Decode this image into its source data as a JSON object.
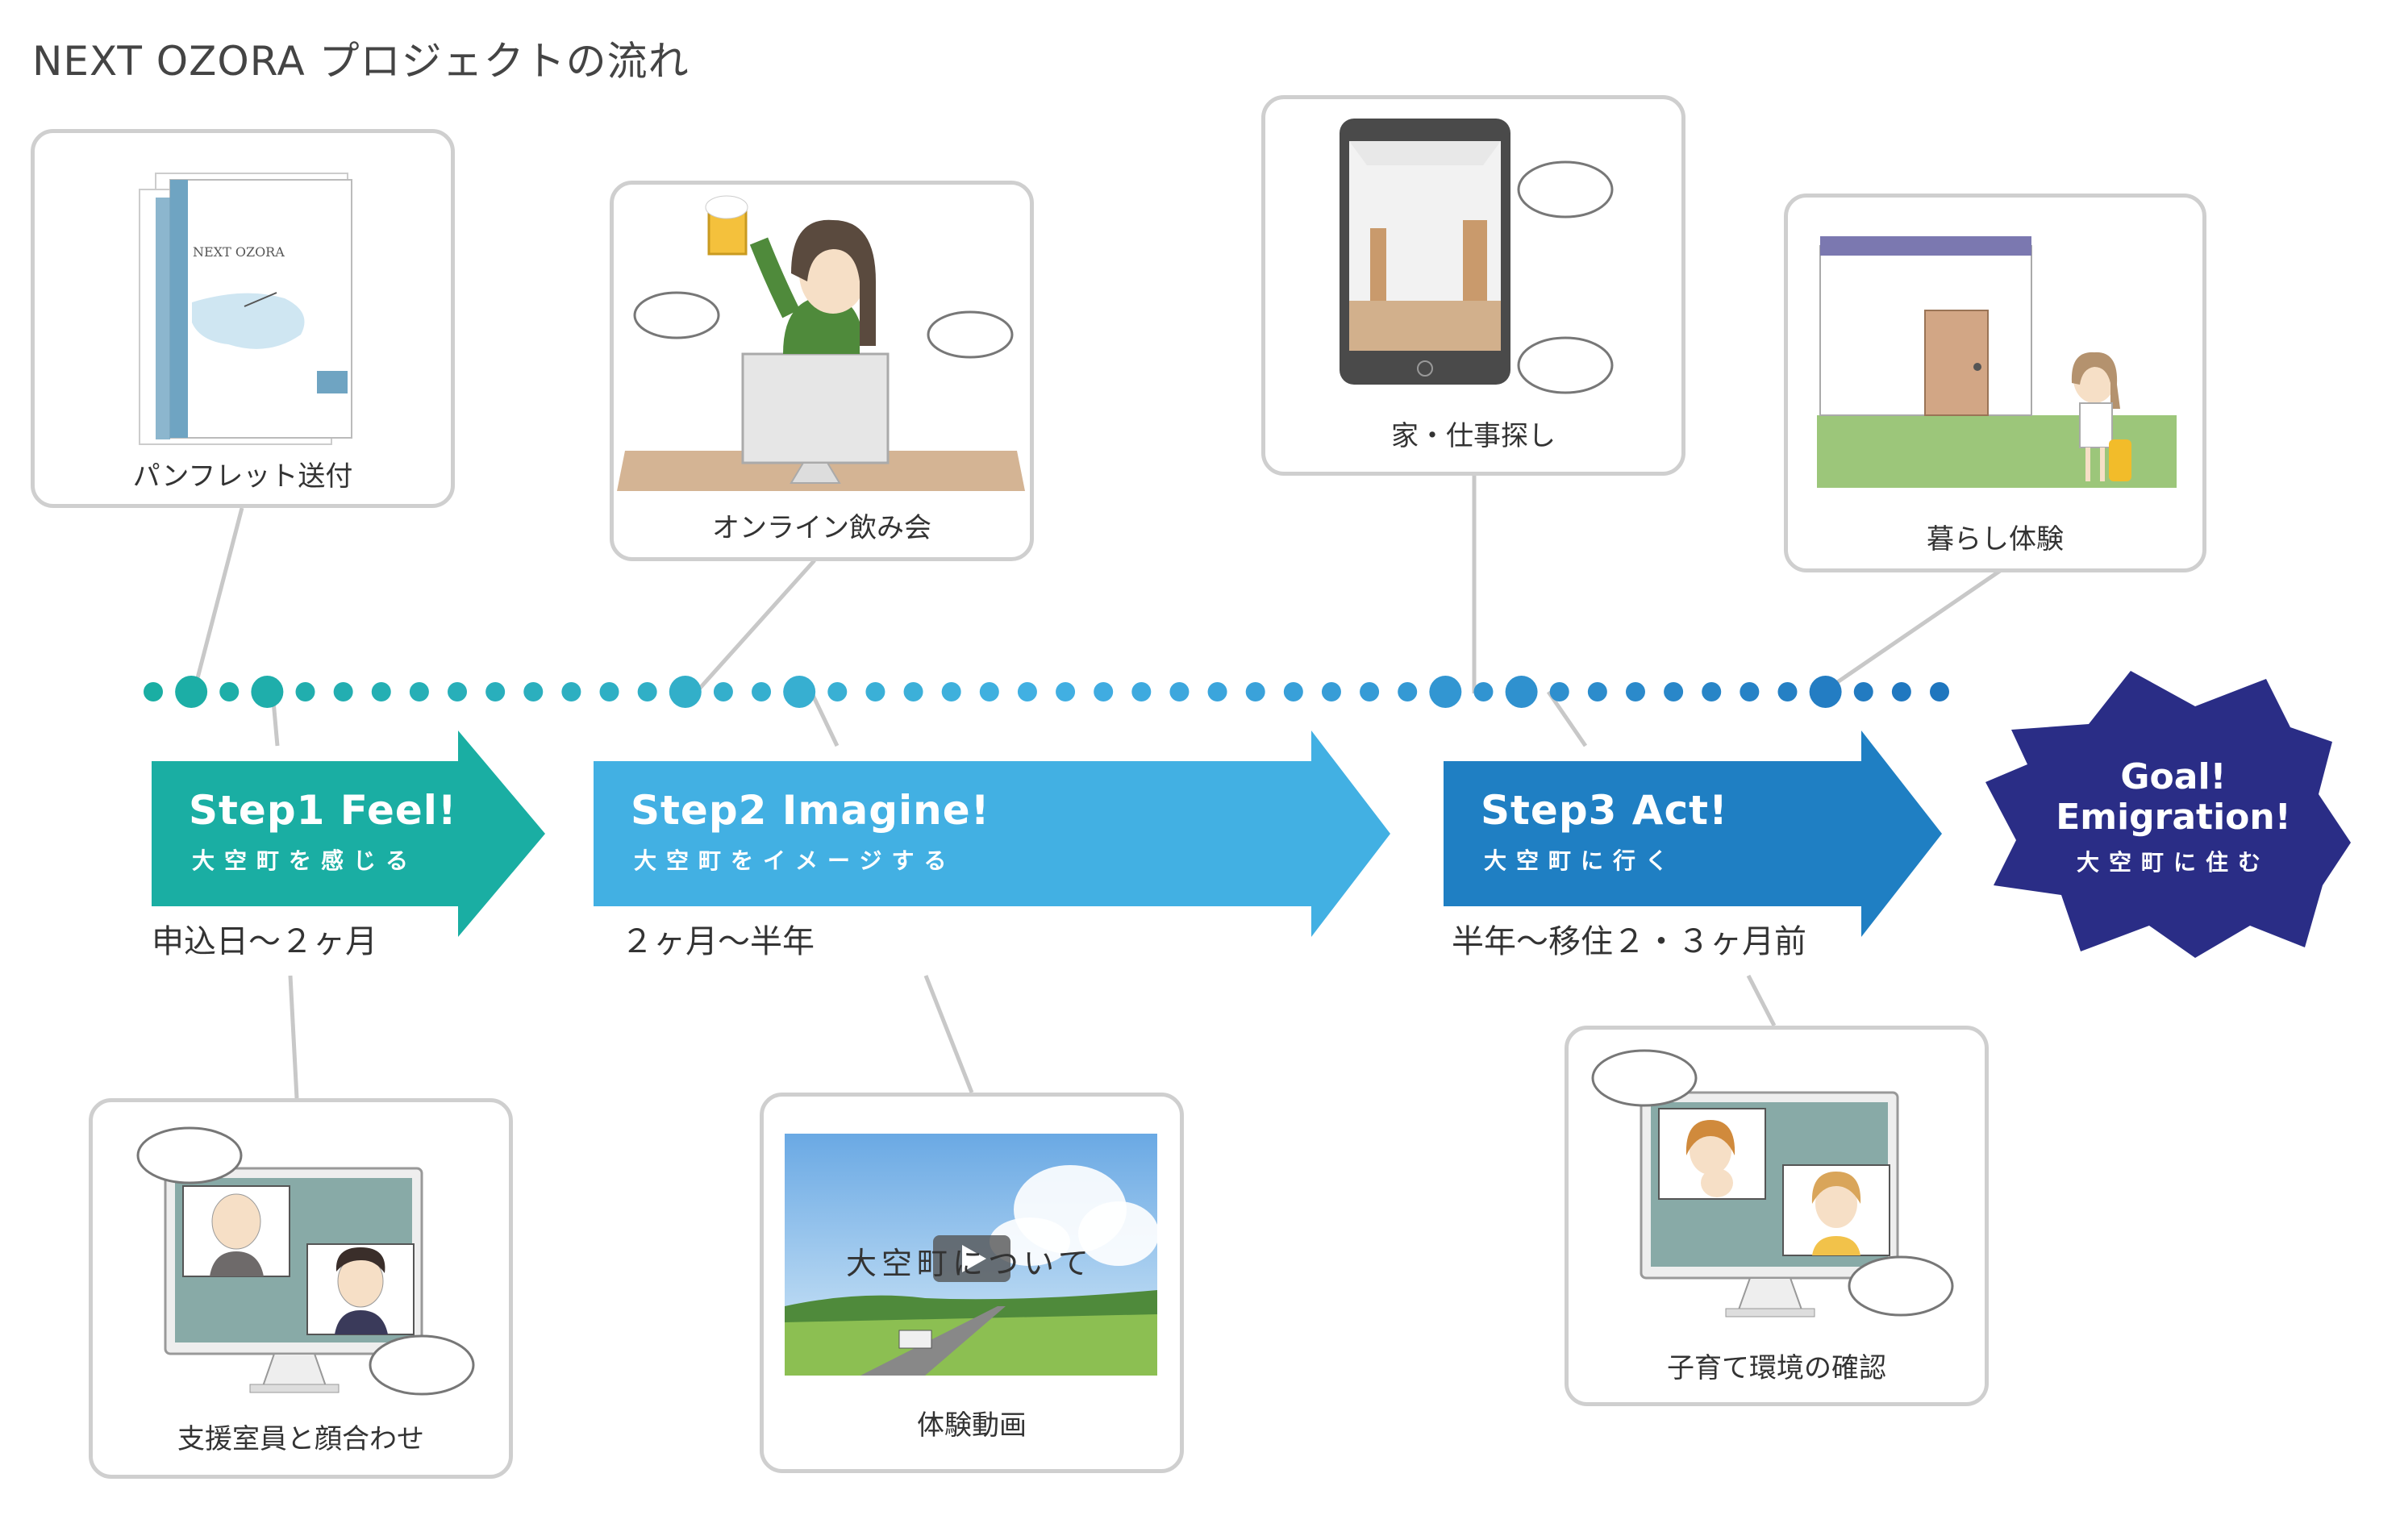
{
  "title": "NEXT OZORA プロジェクトの流れ",
  "colors": {
    "step1": "#1aaea3",
    "step2": "#42b0e3",
    "step3": "#1f7fc3",
    "goal": "#2a2d86",
    "card_border": "#cfcfcf",
    "connector": "#c8c8c8"
  },
  "steps": [
    {
      "name": "Step1 Feel!",
      "sub": "大空町を感じる",
      "period": "申込日〜２ヶ月"
    },
    {
      "name": "Step2 Imagine!",
      "sub": "大空町をイメージする",
      "period": "２ヶ月〜半年"
    },
    {
      "name": "Step3 Act!",
      "sub": "大空町に行く",
      "period": "半年〜移住２・３ヶ月前"
    }
  ],
  "goal": {
    "line1": "Goal!",
    "line2": "Emigration!",
    "sub": "大空町に住む"
  },
  "cards": {
    "pamphlet": {
      "caption": "パンフレット送付",
      "booklet_title": "NEXT OZORA"
    },
    "online_party": {
      "caption": "オンライン飲み会"
    },
    "house_search": {
      "caption": "家・仕事探し"
    },
    "living_trial": {
      "caption": "暮らし体験"
    },
    "staff_meeting": {
      "caption": "支援室員と顔合わせ"
    },
    "experience_video": {
      "caption": "体験動画",
      "video_title": "大空町について"
    },
    "childcare_check": {
      "caption": "子育て環境の確認"
    }
  }
}
